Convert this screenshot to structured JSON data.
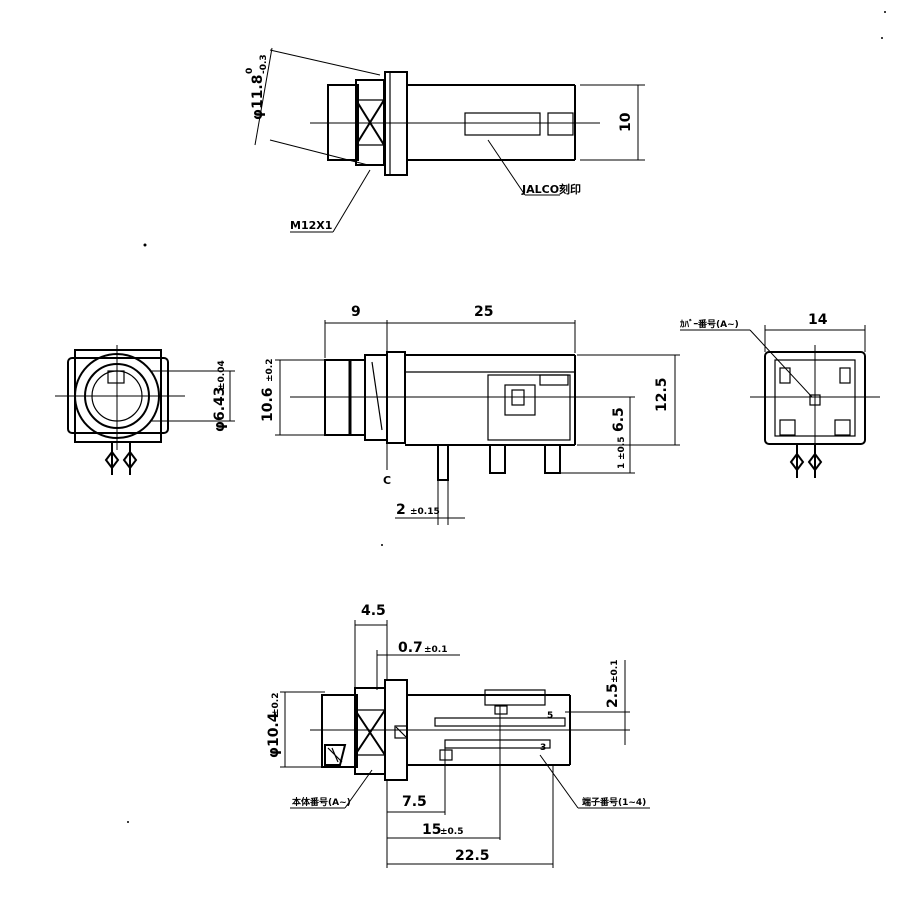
{
  "top_view": {
    "dia_label": "φ11.8",
    "dia_tol_upper": "0",
    "dia_tol_lower": "-0.3",
    "height": "10",
    "thread": "M12X1",
    "marking": "JALCO刻印"
  },
  "front_view": {
    "dia_label": "φ6.43",
    "dia_tol": "±0.04"
  },
  "side_view": {
    "len_a": "9",
    "len_b": "25",
    "dia": "10.6",
    "dia_tol": "±0.2",
    "height_total": "12.5",
    "height_mid": "6.5",
    "height_small": "1",
    "height_small_tol": "±0.5",
    "c_mark": "C",
    "pin_w": "2",
    "pin_w_tol": "±0.15"
  },
  "rear_view": {
    "width": "14",
    "cover_note": "ｶﾊﾞｰ番号(A~)"
  },
  "bottom_view": {
    "w1": "4.5",
    "w2": "0.7",
    "w2_tol": "±0.1",
    "dia": "φ10.4",
    "dia_tol": "±0.2",
    "h1": "2.5",
    "h1_tol": "±0.1",
    "d1": "7.5",
    "d2": "15",
    "d2_tol": "±0.5",
    "d3": "22.5",
    "body_note": "本体番号(A~)",
    "term_note": "端子番号(1~4)",
    "pin5": "5",
    "pin3": "3"
  }
}
